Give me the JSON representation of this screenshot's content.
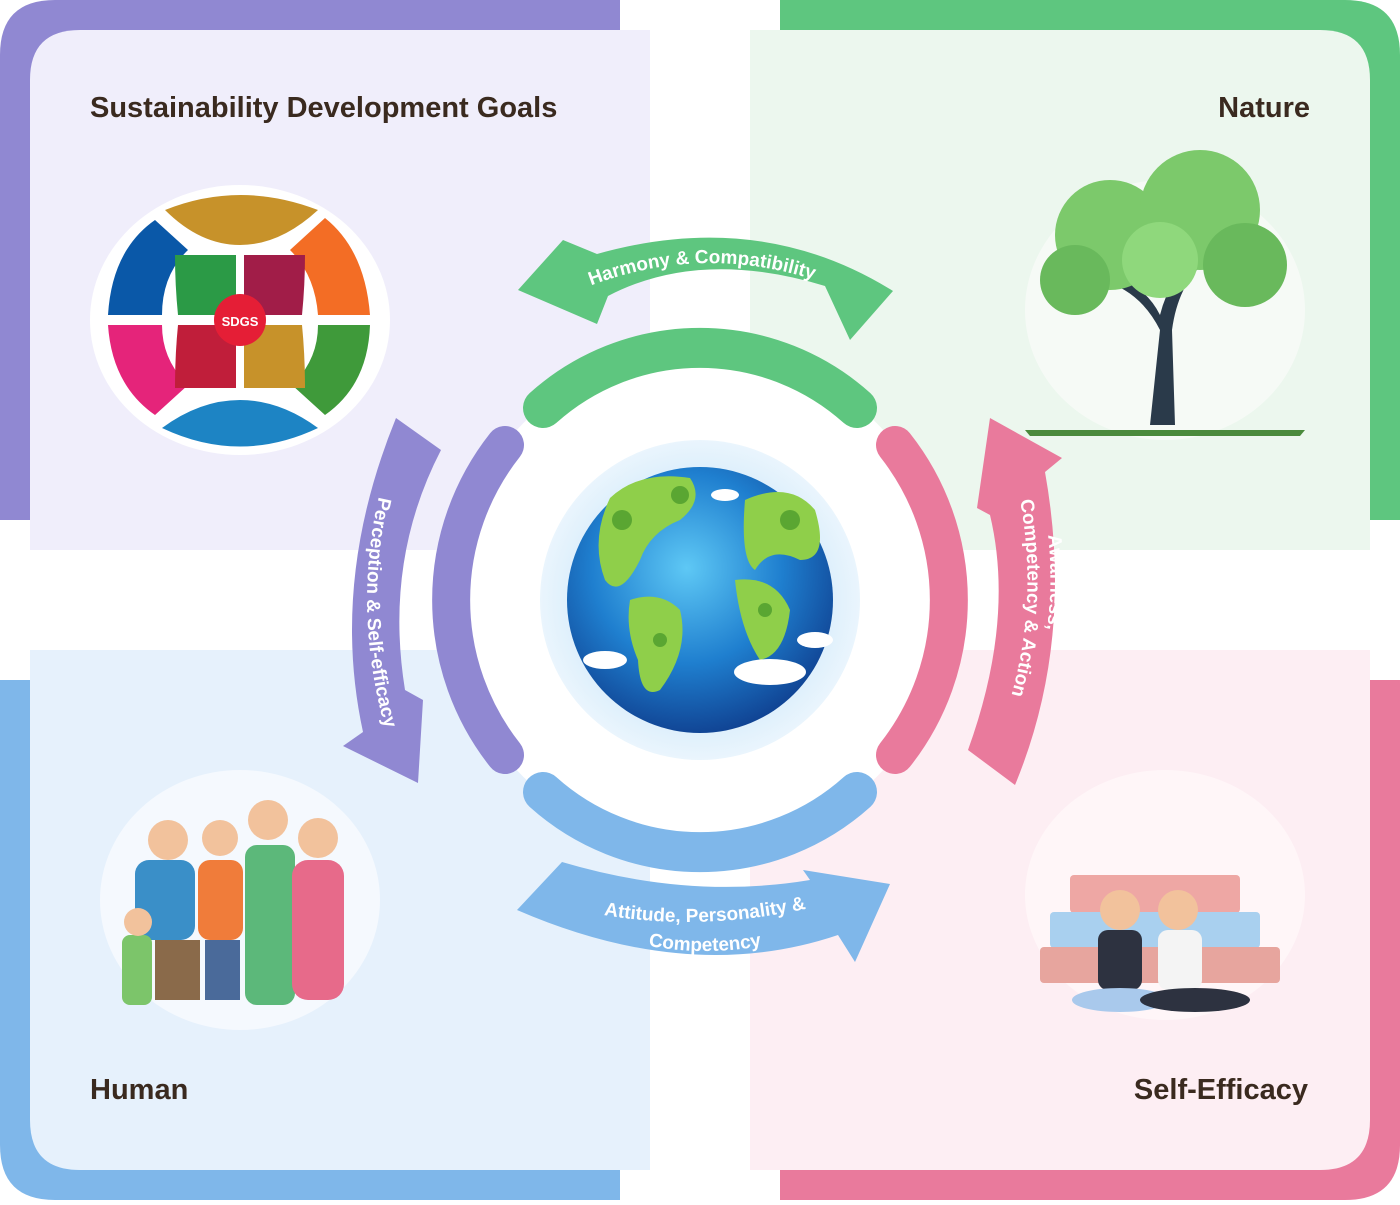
{
  "panels": {
    "sdg": {
      "title": "Sustainability Development Goals",
      "center_label": "SDGS"
    },
    "nature": {
      "title": "Nature"
    },
    "human": {
      "title": "Human"
    },
    "self_efficacy": {
      "title": "Self-Efficacy"
    }
  },
  "arrows": {
    "top": {
      "label": "Harmony & Compatibility"
    },
    "left": {
      "label": "Perception & Self-efficacy"
    },
    "right": {
      "line1": "Awarness,",
      "line2": "Competency & Action"
    },
    "bottom": {
      "line1": "Attitude, Personality &",
      "line2": "Competency"
    }
  },
  "colors": {
    "purple": "#9088d2",
    "green": "#5ec67f",
    "blue": "#7fb7ea",
    "pink": "#e97a9c",
    "purple_bg": "#f0eefb",
    "green_bg": "#ecf7ee",
    "blue_bg": "#e6f1fc",
    "pink_bg": "#fdeef3",
    "title_text": "#3a2a1f"
  },
  "icons": [
    "sdg-wheel-icon",
    "tree-icon",
    "family-icon",
    "reading-students-icon",
    "earth-globe-icon"
  ]
}
